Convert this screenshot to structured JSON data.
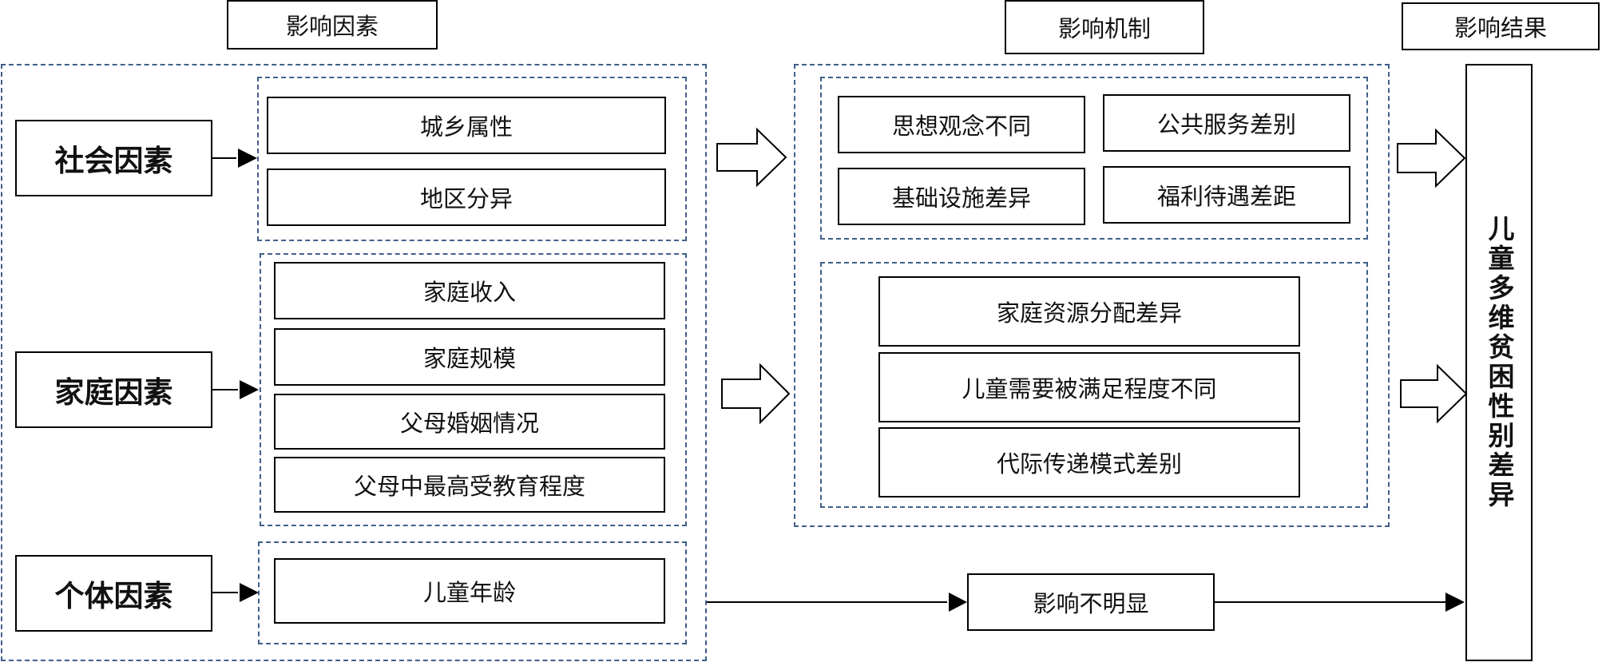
{
  "headers": {
    "factors": "影响因素",
    "mechanism": "影响机制",
    "result": "影响结果"
  },
  "factors": {
    "social": {
      "label": "社会因素",
      "items": [
        "城乡属性",
        "地区分异"
      ]
    },
    "family": {
      "label": "家庭因素",
      "items": [
        "家庭收入",
        "家庭规模",
        "父母婚姻情况",
        "父母中最高受教育程度"
      ]
    },
    "individual": {
      "label": "个体因素",
      "items": [
        "儿童年龄"
      ]
    }
  },
  "mechanism": {
    "group1": [
      "思想观念不同",
      "公共服务差别",
      "基础设施差异",
      "福利待遇差距"
    ],
    "group2": [
      "家庭资源分配差异",
      "儿童需要被满足程度不同",
      "代际传递模式差别"
    ],
    "not_obvious": "影响不明显"
  },
  "result": "儿童多维贫困性别差异"
}
